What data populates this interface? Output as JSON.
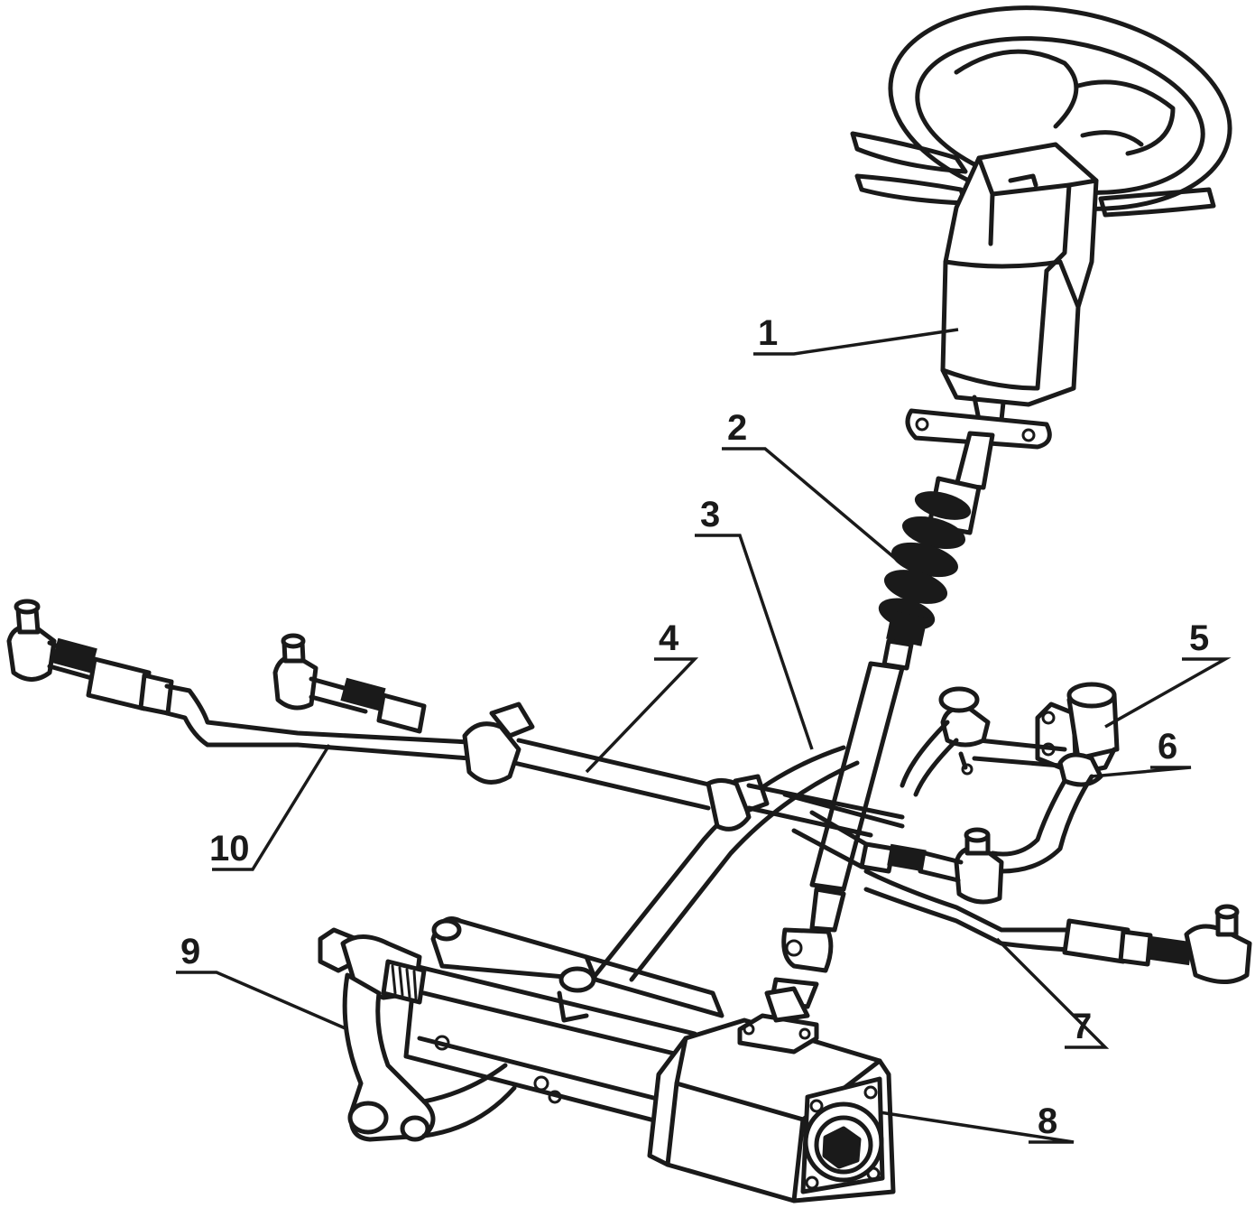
{
  "callouts": [
    {
      "id": "1",
      "label": "1"
    },
    {
      "id": "2",
      "label": "2"
    },
    {
      "id": "3",
      "label": "3"
    },
    {
      "id": "4",
      "label": "4"
    },
    {
      "id": "5",
      "label": "5"
    },
    {
      "id": "6",
      "label": "6"
    },
    {
      "id": "7",
      "label": "7"
    },
    {
      "id": "8",
      "label": "8"
    },
    {
      "id": "9",
      "label": "9"
    },
    {
      "id": "10",
      "label": "10"
    }
  ],
  "colors": {
    "ink": "#1a1a1a",
    "paper": "#ffffff"
  }
}
